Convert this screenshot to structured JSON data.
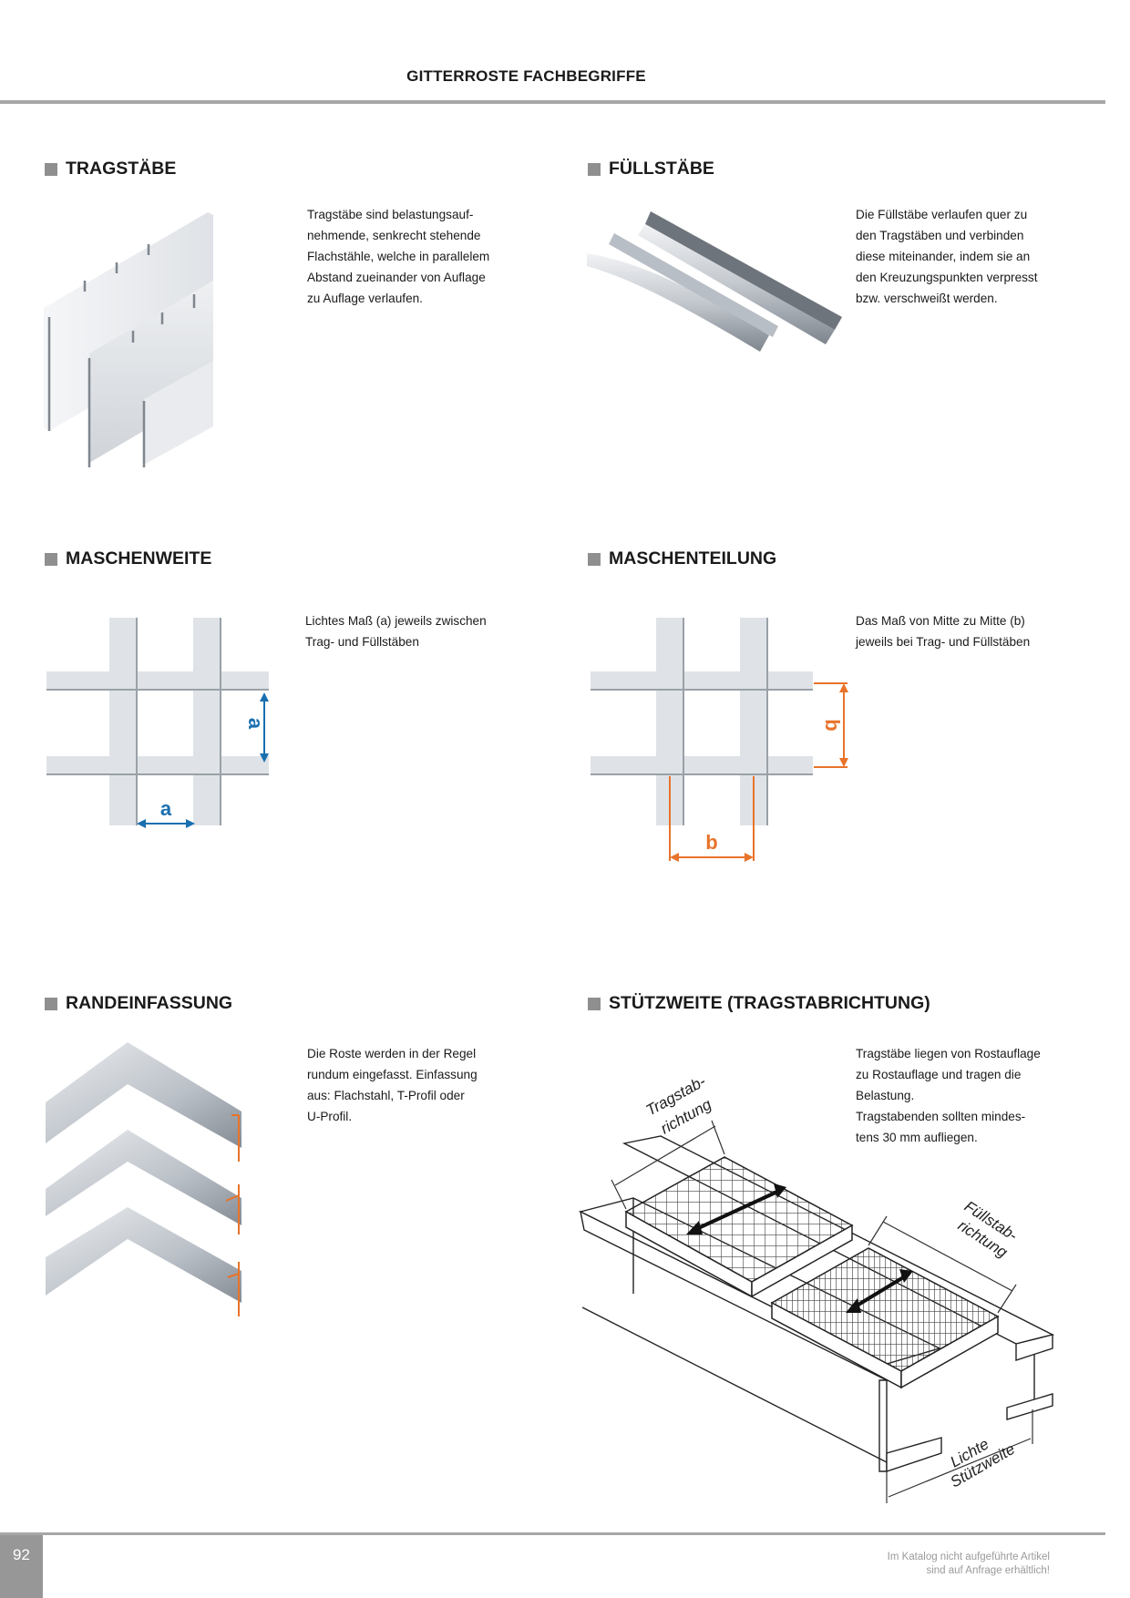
{
  "header": {
    "title": "GITTERROSTE FACHBEGRIFFE"
  },
  "sections": [
    {
      "heading": "TRAGSTÄBE",
      "text": "Tragstäbe sind belastungsauf-\nnehmende, senkrecht stehende\nFlachstähle, welche in parallelem\nAbstand zueinander von Auflage\nzu Auflage verlaufen."
    },
    {
      "heading": "FÜLLSTÄBE",
      "text": "Die Füllstäbe verlaufen quer zu\nden Tragstäben und verbinden\ndiese miteinander, indem sie an\nden Kreuzungspunkten verpresst\nbzw. verschweißt werden."
    },
    {
      "heading": "MASCHENWEITE",
      "text": "Lichtes Maß (a) jeweils zwischen\nTrag- und Füllstäben"
    },
    {
      "heading": "MASCHENTEILUNG",
      "text": "Das Maß von Mitte zu Mitte (b)\njeweils bei Trag- und Füllstäben"
    },
    {
      "heading": "RANDEINFASSUNG",
      "text": "Die Roste werden in der Regel\nrundum eingefasst. Einfassung\naus: Flachstahl, T-Profil oder\nU-Profil."
    },
    {
      "heading": "STÜTZWEITE (TRAGSTABRICHTUNG)",
      "text": "Tragstäbe liegen von Rostauflage\nzu Rostauflage und tragen die\nBelastung.\nTragstabenden sollten mindes-\ntens 30 mm aufliegen."
    }
  ],
  "figures": {
    "maschenweite_label": "a",
    "maschenteilung_label": "b",
    "tragstab_label": [
      "Tragstab-",
      "richtung"
    ],
    "fuellstab_label": [
      "Füllstab-",
      "richtung"
    ],
    "stuetzweite_label": [
      "Lichte",
      "Stützweite"
    ]
  },
  "colors": {
    "accent_blue": "#1a6fb0",
    "accent_orange": "#e8732a",
    "rule_gray": "#a7a7a7"
  },
  "footer": {
    "page_number": "92",
    "note": "Im Katalog nicht aufgeführte Artikel\nsind auf Anfrage erhältlich!"
  }
}
